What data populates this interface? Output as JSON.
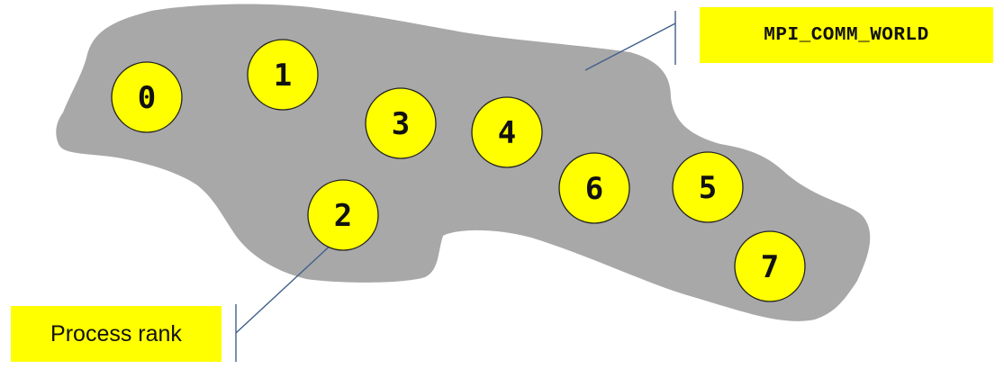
{
  "communicator_label": "MPI_COMM_WORLD",
  "rank_label": "Process rank",
  "colors": {
    "group_region": "#a8a8a8",
    "process_fill": "#ffff00",
    "label_fill": "#ffff00",
    "leader_line": "#3f5f8a"
  },
  "processes": [
    {
      "rank": "0"
    },
    {
      "rank": "1"
    },
    {
      "rank": "2"
    },
    {
      "rank": "3"
    },
    {
      "rank": "4"
    },
    {
      "rank": "5"
    },
    {
      "rank": "6"
    },
    {
      "rank": "7"
    }
  ]
}
